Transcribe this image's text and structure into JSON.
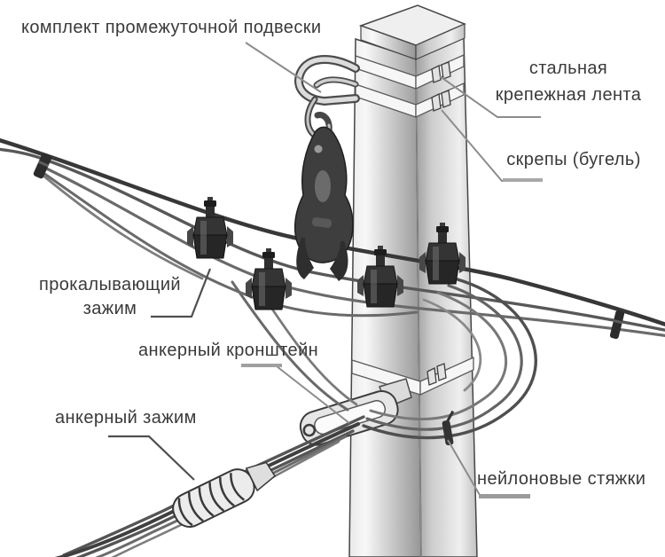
{
  "diagram": {
    "kind": "technical-illustration",
    "subject": "SIP overhead line attachment to a concrete pole",
    "language": "ru",
    "labels": {
      "suspension_kit": {
        "text": "комплект промежуточной подвески"
      },
      "steel_band": {
        "line1": "стальная",
        "line2": "крепежная лента"
      },
      "buckles": {
        "text": "скрепы (бугель)"
      },
      "piercing_clamp": {
        "line1": "прокалывающий",
        "line2": "зажим"
      },
      "anchor_bracket": {
        "text": "анкерный кронштейн"
      },
      "anchor_clamp": {
        "text": "анкерный зажим"
      },
      "nylon_ties": {
        "text": "нейлоновые стяжки"
      }
    },
    "colors": {
      "background": "#ffffff",
      "label_text": "#3a3a3a",
      "leader_gray": "#8c8c8c",
      "leader_dark": "#4f4f4f",
      "pole_light": "#f2f2f2",
      "pole_dark": "#969696",
      "band_fill": "#f6f6f6",
      "wire_dark": "#383838",
      "wire_mid": "#5f5f5f",
      "clamp_dark": "#2e2e2e"
    }
  }
}
